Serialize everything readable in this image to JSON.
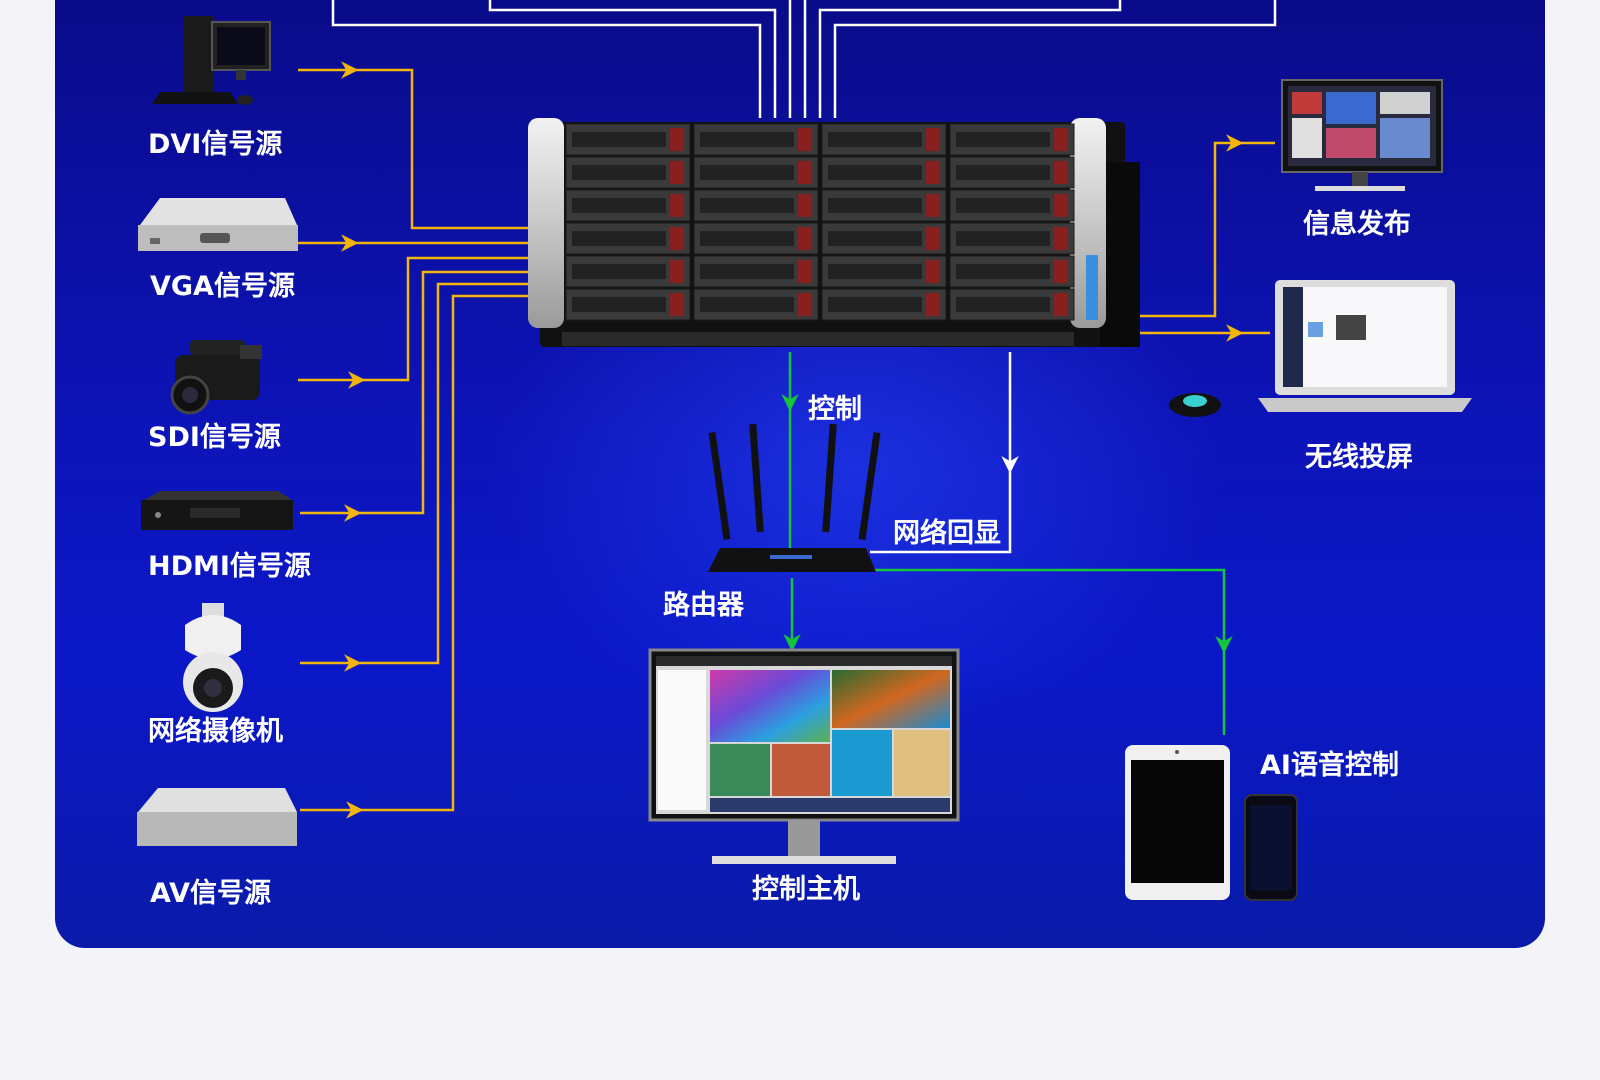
{
  "labels": {
    "dvi": "DVI信号源",
    "vga": "VGA信号源",
    "sdi": "SDI信号源",
    "hdmi": "HDMI信号源",
    "ipcam": "网络摄像机",
    "av": "AV信号源",
    "info": "信息发布",
    "wireless": "无线投屏",
    "control": "控制",
    "netback": "网络回显",
    "router": "路由器",
    "host": "控制主机",
    "ai": "AI语音控制"
  },
  "colors": {
    "panel": "#0d14b8",
    "signal_line": "#f2b50c",
    "control_line": "#16c43a",
    "network_line": "#ffffff",
    "text": "#ffffff"
  },
  "icons": {
    "dvi": "desktop-computer-icon",
    "vga": "signal-box-icon",
    "sdi": "video-camera-icon",
    "hdmi": "hdmi-box-icon",
    "ipcam": "dome-camera-icon",
    "av": "av-box-icon",
    "server": "rack-server-icon",
    "info": "monitor-icon",
    "wireless": "laptop-icon",
    "router": "router-icon",
    "host": "desktop-monitor-icon",
    "ai": "tablet-phone-icon"
  }
}
